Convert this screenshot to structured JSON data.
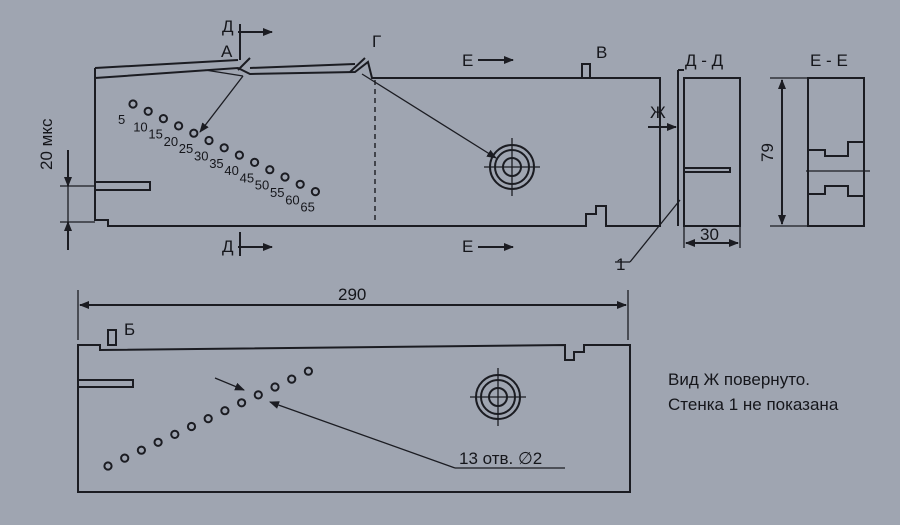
{
  "labels": {
    "section_d": "Д",
    "section_e": "Е",
    "point_a": "А",
    "point_g": "Г",
    "point_v": "В",
    "point_b": "Б",
    "point_zh": "Ж",
    "section_dd": "Д - Д",
    "section_ee": "Е - Е",
    "gap_20": "20 мкс",
    "dim_290": "290",
    "dim_30": "30",
    "dim_79": "79",
    "wall_1": "1",
    "holes": "13 отв. ∅2",
    "note_line1": "Вид Ж повернуто.",
    "note_line2": "Стенка 1 не показана"
  },
  "scale_marks": [
    "5",
    "10",
    "15",
    "20",
    "25",
    "30",
    "35",
    "40",
    "45",
    "50",
    "55",
    "60",
    "65"
  ],
  "hole_count": 13
}
